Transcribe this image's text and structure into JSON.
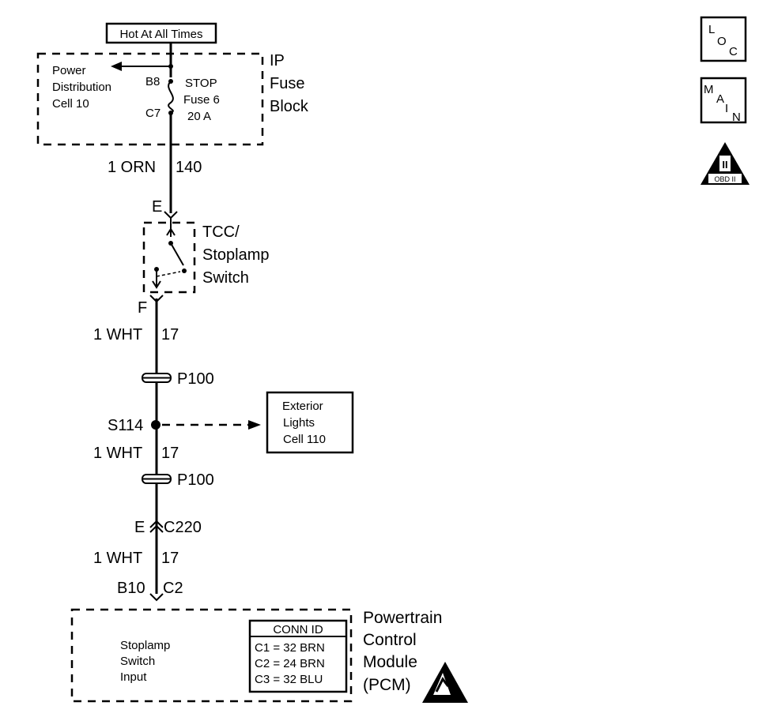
{
  "hot_label": "Hot At All Times",
  "fuse_block": {
    "power_line1": "Power",
    "power_line2": "Distribution",
    "power_line3": "Cell 10",
    "pin_top": "B8",
    "pin_bottom": "C7",
    "fuse_line1": "STOP",
    "fuse_line2": "Fuse 6",
    "fuse_line3": "20 A",
    "block_line1": "IP",
    "block_line2": "Fuse",
    "block_line3": "Block"
  },
  "wire1": {
    "gauge": "1 ORN",
    "circuit": "140"
  },
  "switch": {
    "pin_top": "E",
    "pin_bottom": "F",
    "line1": "TCC/",
    "line2": "Stoplamp",
    "line3": "Switch"
  },
  "wire2": {
    "gauge": "1 WHT",
    "circuit": "17"
  },
  "p100_top": "P100",
  "splice": "S114",
  "exterior": {
    "line1": "Exterior",
    "line2": "Lights",
    "line3": "Cell 110"
  },
  "wire3": {
    "gauge": "1 WHT",
    "circuit": "17"
  },
  "p100_bottom": "P100",
  "c220": {
    "pin": "E",
    "name": "C220"
  },
  "wire4": {
    "gauge": "1 WHT",
    "circuit": "17"
  },
  "pcm_pin": {
    "pin": "B10",
    "conn": "C2"
  },
  "pcm": {
    "input_line1": "Stoplamp",
    "input_line2": "Switch",
    "input_line3": "Input",
    "conn_id_title": "CONN ID",
    "conn_c1": "C1 = 32 BRN",
    "conn_c2": "C2 = 24 BRN",
    "conn_c3": "C3 = 32 BLU",
    "name_line1": "Powertrain",
    "name_line2": "Control",
    "name_line3": "Module",
    "name_line4": "(PCM)"
  },
  "icons": {
    "loc_l": "L",
    "loc_o": "O",
    "loc_c": "C",
    "main_m": "M",
    "main_a": "A",
    "main_i": "I",
    "main_n": "N",
    "obd_roman": "II",
    "obd_label": "OBD II"
  }
}
